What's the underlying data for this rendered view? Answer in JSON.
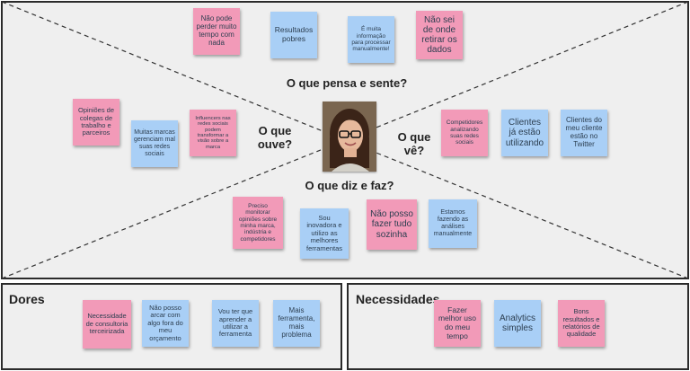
{
  "map": {
    "thinks_feels": "O que pensa e sente?",
    "hears": "O que ouve?",
    "sees": "O que vê?",
    "says_does": "O que diz e faz?"
  },
  "notes": {
    "n1": "Não pode perder muito tempo com nada",
    "n2": "Resultados pobres",
    "n3": "É muita informação para processar manualmente!",
    "n4": "Não sei de onde retirar os dados",
    "n5": "Opiniões de colegas de trabalho e parceiros",
    "n6": "Muitas marcas gerenciam mal suas redes sociais",
    "n7": "Influencers nas redes sociais podem transformar a visão sobre a marca",
    "n8": "Competidores analizando suas redes sociais",
    "n9": "Clientes já estão utilizando",
    "n10": "Clientes do meu cliente estão no Twitter",
    "n11": "Preciso monitorar opiniões sobre minha marca, indústria e competidores",
    "n12": "Sou inovadora e utilizo as melhores ferramentas",
    "n13": "Não posso fazer tudo sozinha",
    "n14": "Estamos fazendo as análises manualmente"
  },
  "dores": {
    "title": "Dores",
    "d1": "Necessidade de consultoria terceirizada",
    "d2": "Não posso arcar com algo fora do meu orçamento",
    "d3": "Vou ter que aprender a utilizar a ferramenta",
    "d4": "Mais ferramenta, mais problema"
  },
  "necessidades": {
    "title": "Necessidades",
    "e1": "Fazer melhor uso do meu tempo",
    "e2": "Analytics simples",
    "e3": "Bons resultados e relatórios de qualidade"
  },
  "colors": {
    "pink": "#f29ab8",
    "blue": "#a9cff6"
  }
}
